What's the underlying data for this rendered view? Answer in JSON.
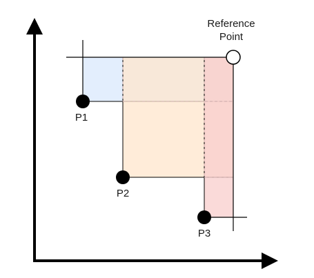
{
  "labels": {
    "reference_line1": "Reference",
    "reference_line2": "Point",
    "p1": "P1",
    "p2": "P2",
    "p3": "P3"
  },
  "colors": {
    "region_p1": "#dae8fc",
    "region_p2": "#ffe6cc",
    "region_p3": "#f8cecc",
    "point_fill": "#000000",
    "reference_fill": "#ffffff",
    "axis": "#000000"
  }
}
